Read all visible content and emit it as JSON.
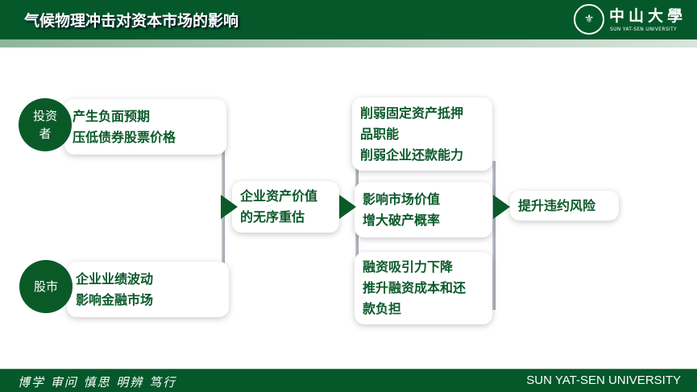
{
  "header": {
    "title": "气候物理冲击对资本市场的影响",
    "logo_cn": "中山大學",
    "logo_en": "SUN YAT-SEN UNIVERSITY"
  },
  "sources": [
    {
      "label": "投资者",
      "text": [
        "产生负面预期",
        "压低债券股票价格"
      ]
    },
    {
      "label": "股市",
      "text": [
        "企业业绩波动",
        "影响金融市场"
      ]
    }
  ],
  "middle": {
    "text": [
      "企业资产价值",
      "的无序重估"
    ]
  },
  "effects": [
    {
      "text": [
        "削弱固定资产抵押",
        "品职能",
        "削弱企业还款能力"
      ]
    },
    {
      "text": [
        "影响市场价值",
        "增大破产概率"
      ]
    },
    {
      "text": [
        "融资吸引力下降",
        "推升融资成本和还",
        "款负担"
      ]
    }
  ],
  "result": {
    "text": "提升违约风险"
  },
  "footer": {
    "motto": "博学 审问 慎思 明辨 笃行",
    "university": "SUN YAT-SEN UNIVERSITY"
  },
  "colors": {
    "brand": "#04582a",
    "text": "#0b5a2a"
  }
}
